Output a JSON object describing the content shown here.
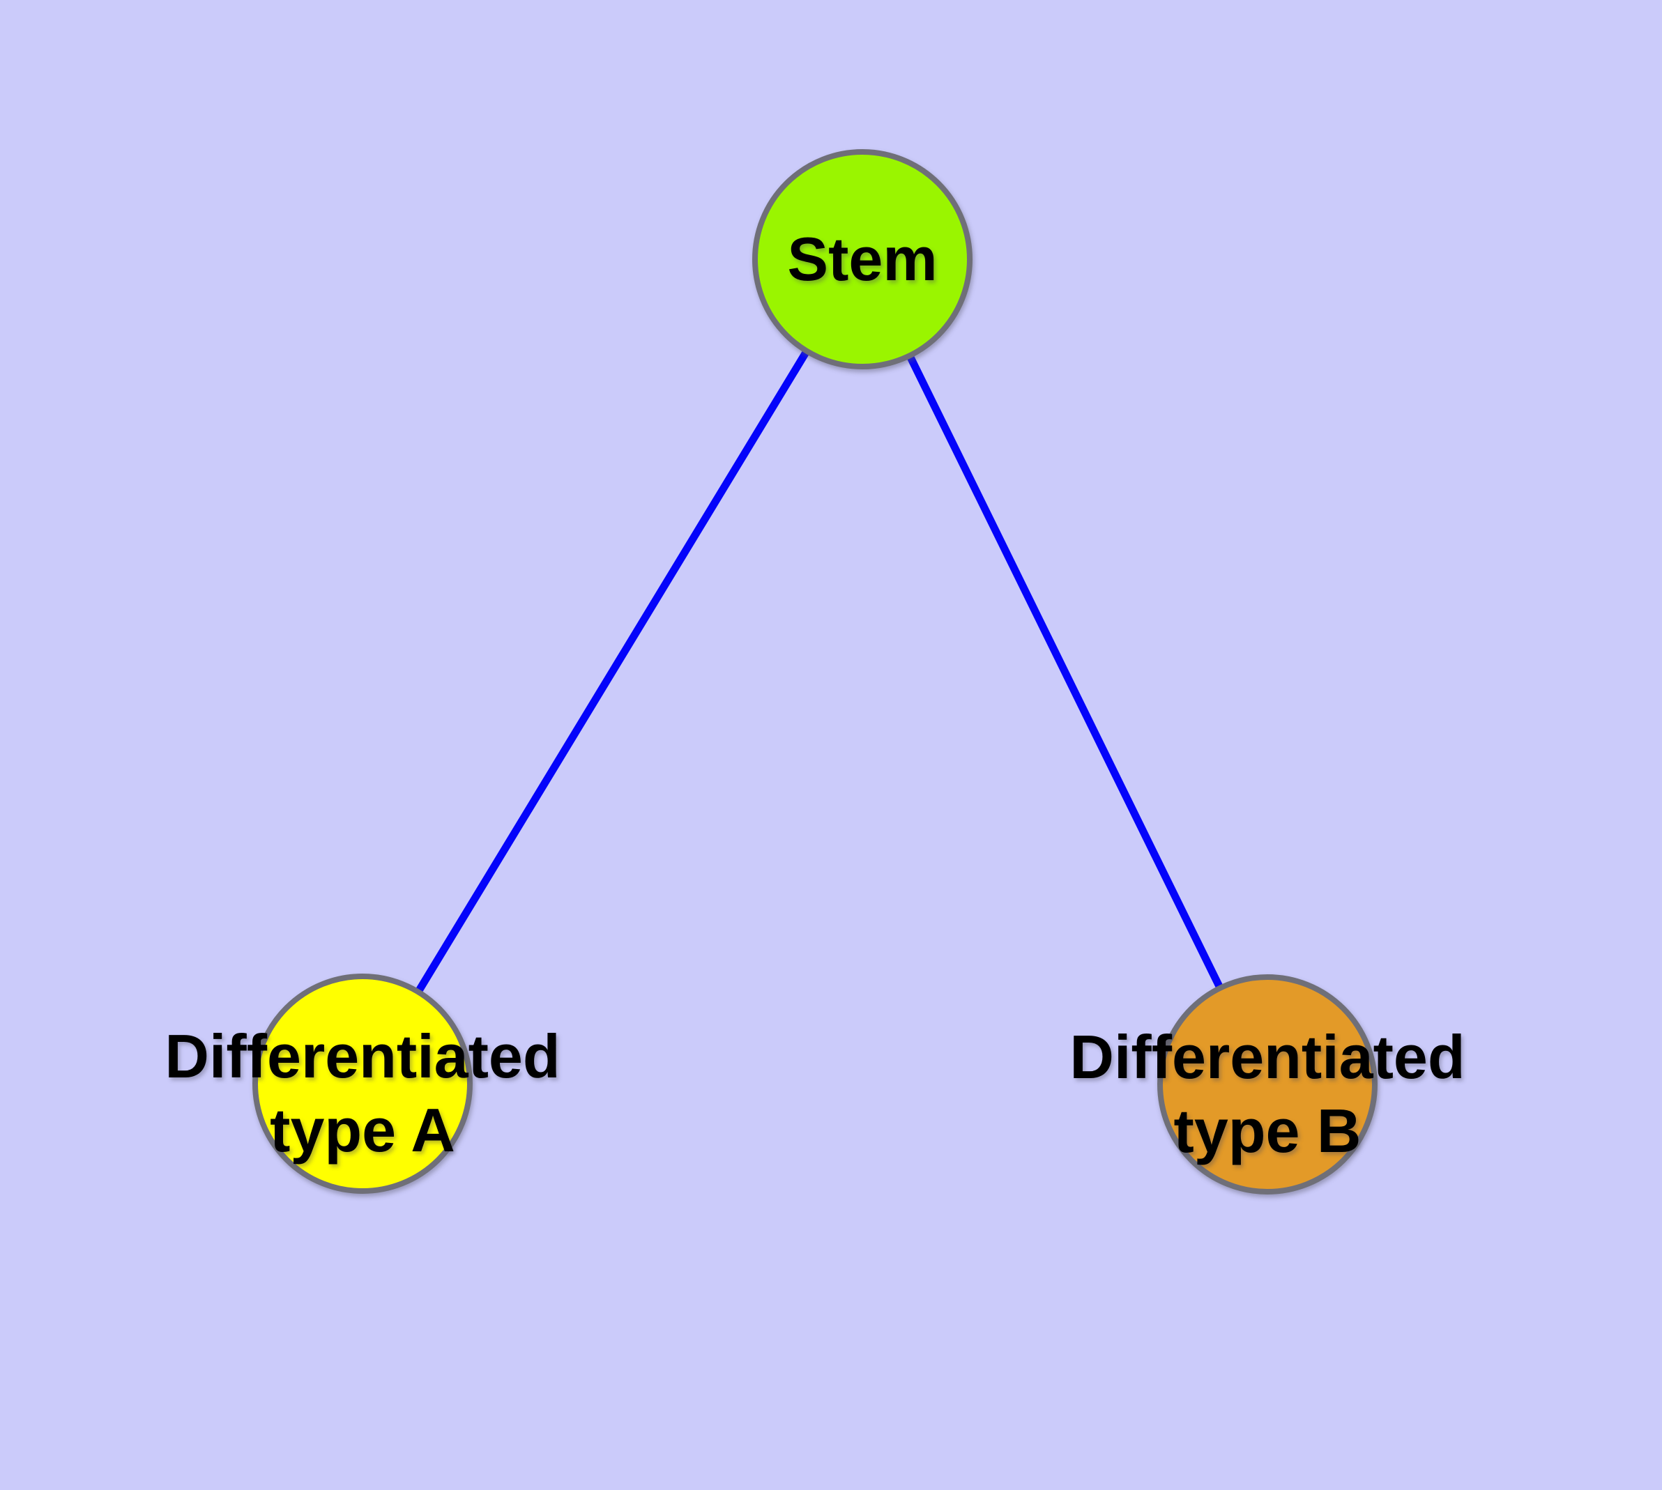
{
  "canvas": {
    "background": "#CBCBFA"
  },
  "graph": {
    "type": "node-link-diagram",
    "nodes": [
      {
        "id": "stem",
        "lines": [
          "Stem"
        ],
        "fill": "#9AF500",
        "border": "#6F6F78",
        "shape": "circle"
      },
      {
        "id": "type-a",
        "lines": [
          "Differentiated",
          "type A"
        ],
        "fill": "#FFFF00",
        "border": "#6F6F78",
        "shape": "circle"
      },
      {
        "id": "type-b",
        "lines": [
          "Differentiated",
          "type B"
        ],
        "fill": "#E39A28",
        "border": "#6F6F78",
        "shape": "circle"
      }
    ],
    "edges": [
      {
        "from": "stem",
        "to": "type-a",
        "color": "#0404FA"
      },
      {
        "from": "stem",
        "to": "type-b",
        "color": "#0404FA"
      }
    ]
  }
}
